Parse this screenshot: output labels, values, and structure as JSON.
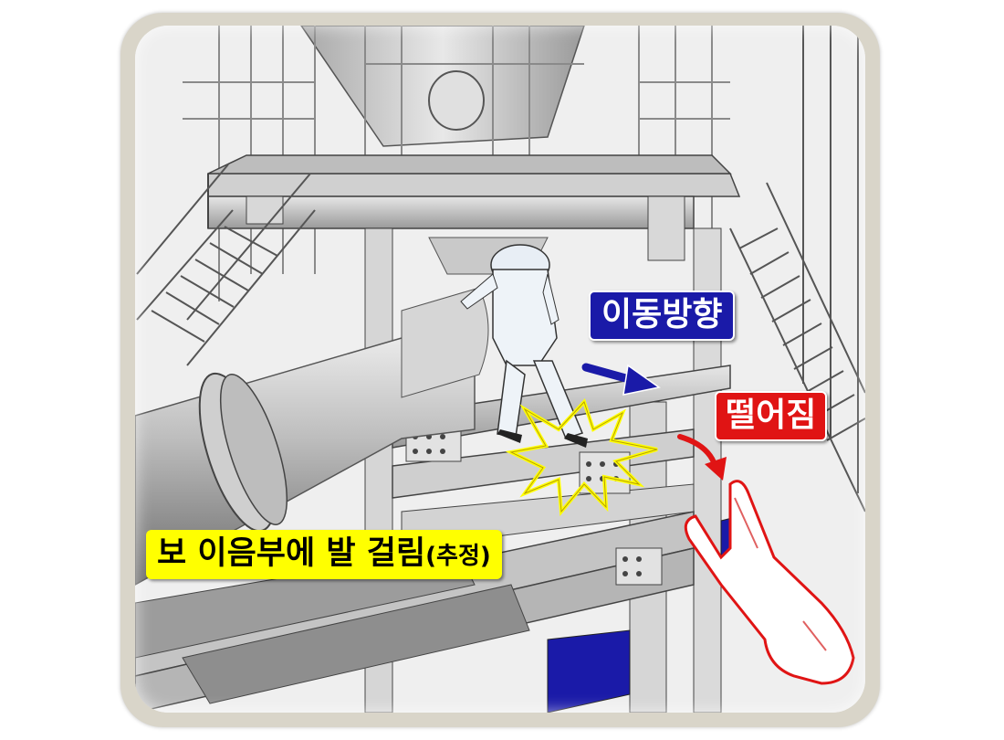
{
  "labels": {
    "direction": "이동방향",
    "fall": "떨어짐",
    "cause_main": "보 이음부에 발 걸림",
    "cause_note": "(추정)"
  },
  "colors": {
    "frame": "#d9d5c9",
    "direction_bg": "#1a1aa8",
    "fall_bg": "#e01414",
    "cause_bg": "#ffff00",
    "impact_star": "#ffff00"
  },
  "icons": [
    "direction-arrow-icon",
    "fall-arrow-icon",
    "impact-star-icon",
    "worker-figure",
    "falling-worker-outline"
  ]
}
